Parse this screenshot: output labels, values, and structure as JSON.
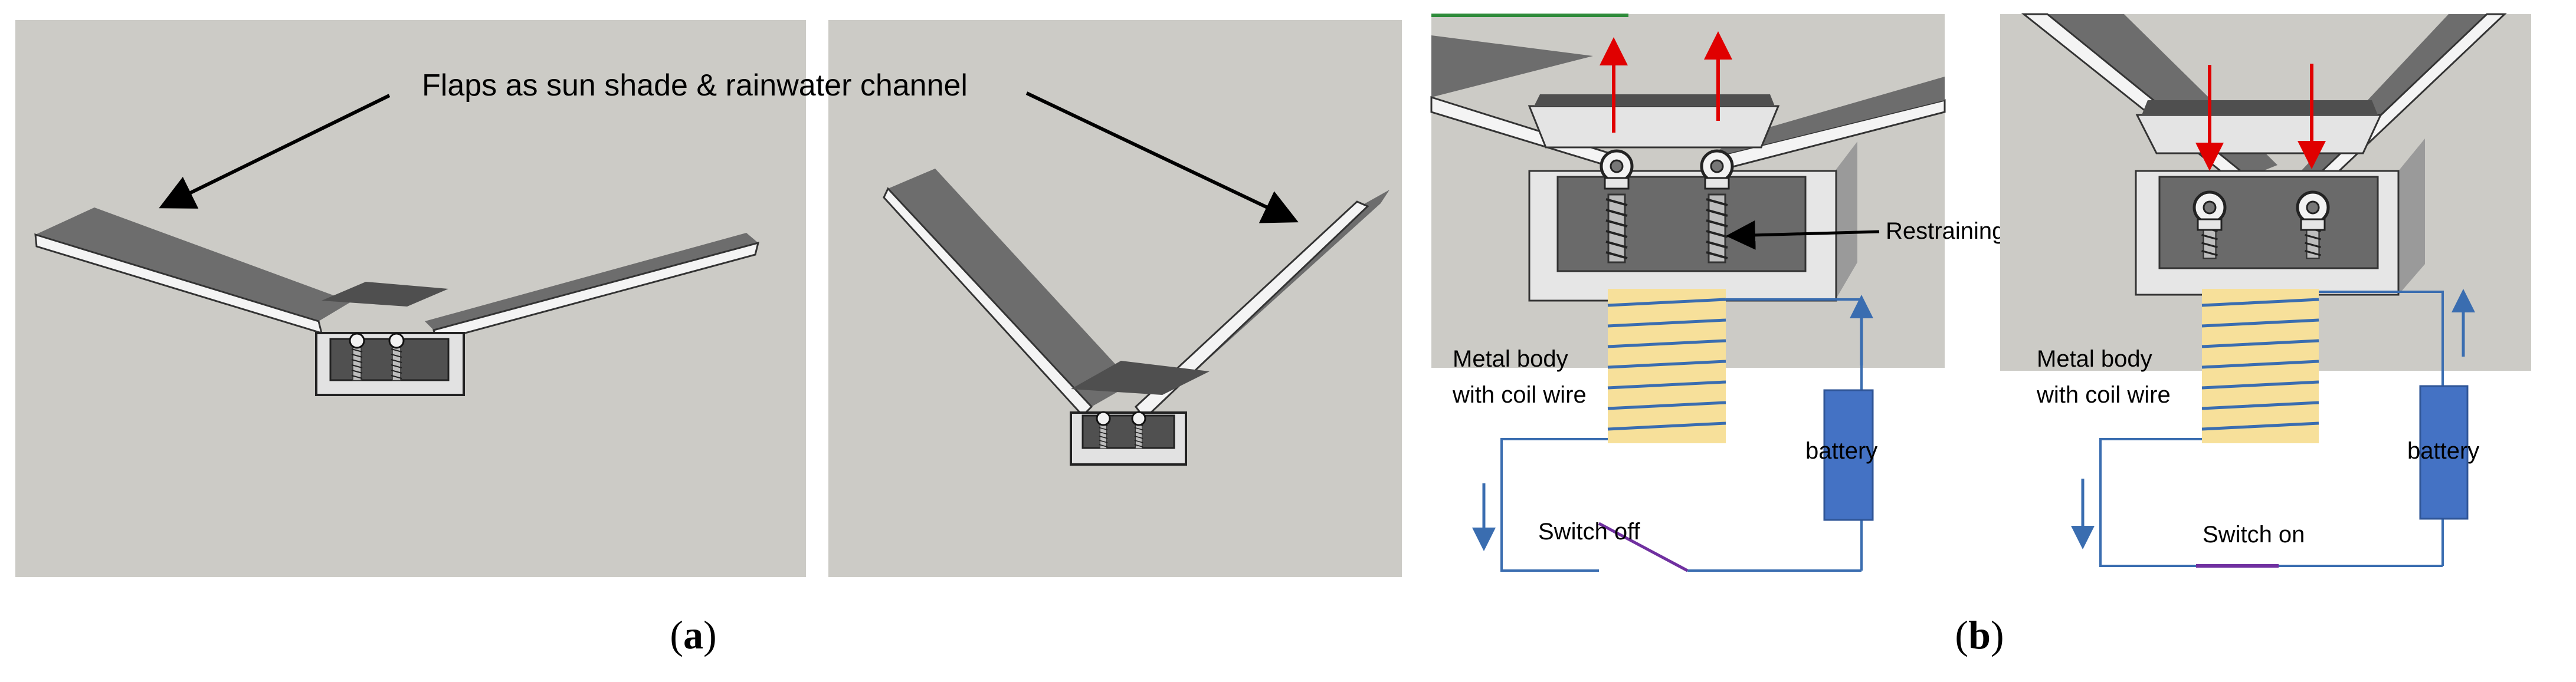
{
  "panel_a": {
    "annotation": "Flaps as sun shade & rainwater channel",
    "caption": "a"
  },
  "panel_b": {
    "spring_label": "Restraining spring",
    "left": {
      "body_label_line1": "Metal body",
      "body_label_line2": "with coil wire",
      "battery_label": "battery",
      "switch_label": "Switch off"
    },
    "right": {
      "body_label_line1": "Metal body",
      "body_label_line2": "with coil wire",
      "battery_label": "battery",
      "switch_label": "Switch on"
    },
    "caption": "b"
  },
  "colors": {
    "background_grey": "#cccbc6",
    "wire_blue": "#3a6db0",
    "battery_blue": "#4472c4",
    "coil_yellow": "#f7e09a",
    "force_arrow_red": "#e00000",
    "switch_purple": "#7030a0",
    "flap_dark": "#6d6d6d",
    "flap_edge": "#f4f4f4"
  }
}
